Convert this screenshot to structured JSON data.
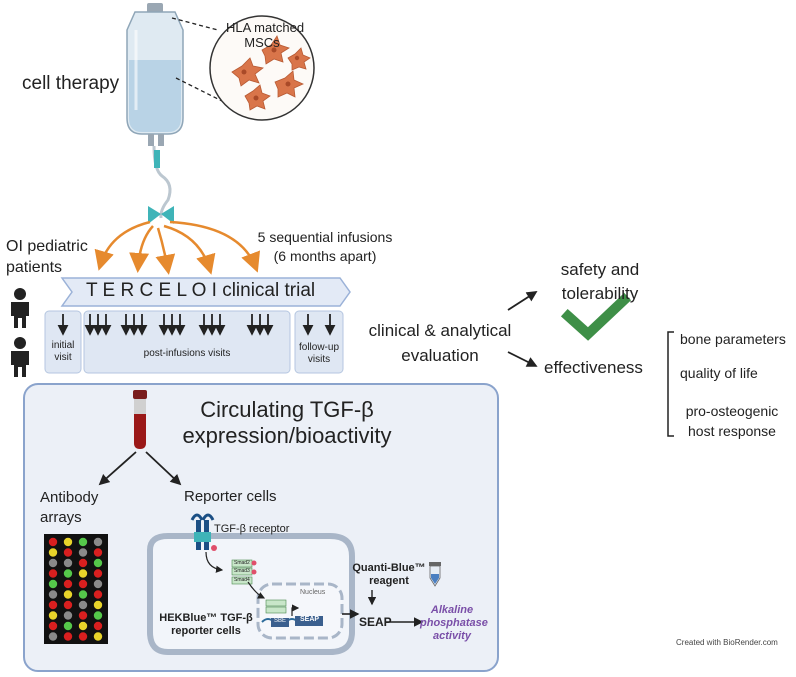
{
  "colors": {
    "orange_arrow": "#e68a2e",
    "panel_fill": "#ecf0f7",
    "panel_border": "#8aa3cc",
    "banner_fill": "#e3eaf6",
    "banner_border": "#9bb2d8",
    "check_green": "#3e8f47",
    "iv_bag": "#b9d3e6",
    "cell_color": "#d9754a",
    "alkaline_purple": "#7a4fa8",
    "array_red": "#d91f1f",
    "array_yellow": "#e8d42a",
    "array_green": "#55c84a",
    "array_gray": "#8a8a8a"
  },
  "labels": {
    "cell_therapy": "cell therapy",
    "hla_line1": "HLA matched",
    "hla_line2": "MSCs",
    "oi_line1": "OI pediatric",
    "oi_line2": "patients",
    "infusions_line1": "5 sequential infusions",
    "infusions_line2": "(6 months apart)",
    "trial_title": "T E R C E L O I clinical trial",
    "initial_line1": "initial",
    "initial_line2": "visit",
    "post_infusions": "post-infusions visits",
    "followup_line1": "follow-up",
    "followup_line2": "visits",
    "eval_line1": "clinical & analytical",
    "eval_line2": "evaluation",
    "safety_line1": "safety and",
    "safety_line2": "tolerability",
    "effectiveness": "effectiveness",
    "bone": "bone parameters",
    "quality": "quality of life",
    "proost_line1": "pro-osteogenic",
    "proost_line2": "host response",
    "panel_title_line1": "Circulating TGF-β",
    "panel_title_line2": "expression/bioactivity",
    "antibody_line1": "Antibody",
    "antibody_line2": "arrays",
    "reporter_cells": "Reporter cells",
    "tgf_receptor": "TGF-β receptor",
    "smad1": "Smad2",
    "smad2": "Smad3",
    "smad3": "Smad4",
    "nucleus": "Nucleus",
    "sbe": "SBE",
    "seap_gene": "SEAP",
    "quanti_line1": "Quanti-Blue™",
    "quanti_line2": "reagent",
    "seap": "SEAP",
    "alk_line1": "Alkaline",
    "alk_line2": "phosphatase",
    "alk_line3": "activity",
    "hek_line1": "HEKBlue™ TGF-β",
    "hek_line2": "reporter cells",
    "credit": "Created with BioRender.com"
  },
  "antibody_array": [
    [
      "r",
      "y",
      "g",
      "a"
    ],
    [
      "y",
      "r",
      "a",
      "r"
    ],
    [
      "a",
      "a",
      "r",
      "g"
    ],
    [
      "r",
      "g",
      "y",
      "r"
    ],
    [
      "g",
      "r",
      "r",
      "a"
    ],
    [
      "a",
      "y",
      "g",
      "r"
    ],
    [
      "r",
      "r",
      "a",
      "y"
    ],
    [
      "y",
      "a",
      "r",
      "g"
    ],
    [
      "r",
      "g",
      "y",
      "r"
    ],
    [
      "a",
      "r",
      "r",
      "y"
    ]
  ]
}
